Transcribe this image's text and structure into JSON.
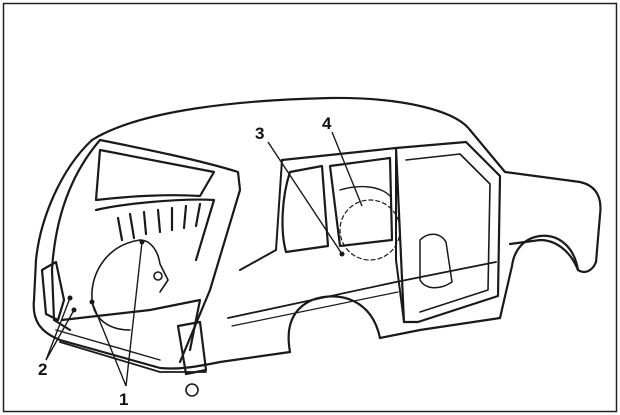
{
  "diagram": {
    "callouts": [
      {
        "id": "1",
        "label": "1"
      },
      {
        "id": "2",
        "label": "2"
      },
      {
        "id": "3",
        "label": "3"
      },
      {
        "id": "4",
        "label": "4"
      }
    ],
    "colors": {
      "line": "#1a1a1a",
      "fill": "#ffffff",
      "border": "#222222"
    }
  }
}
